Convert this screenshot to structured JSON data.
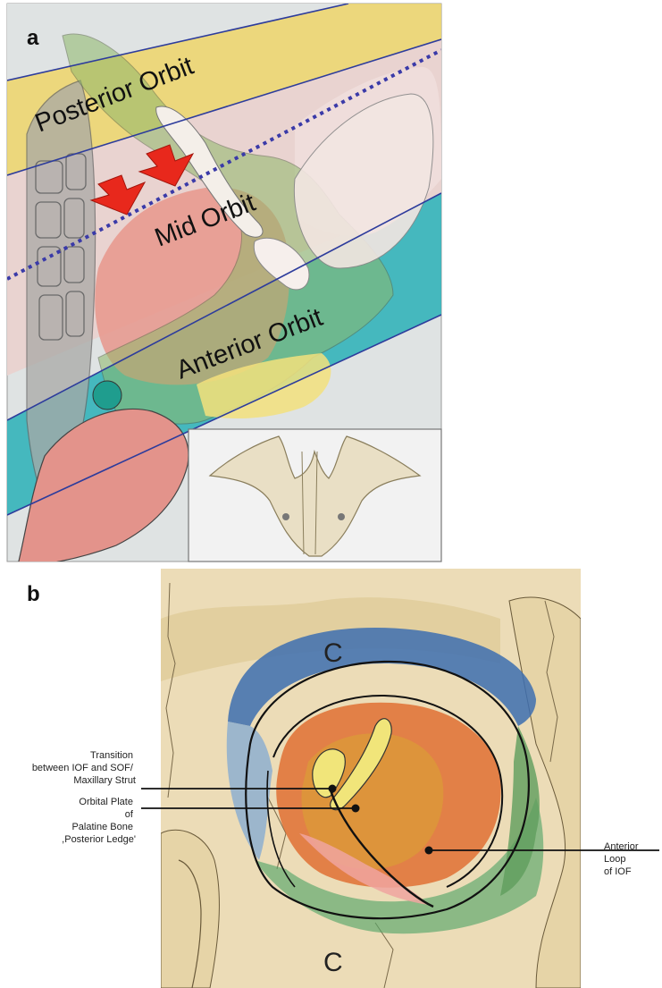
{
  "panel_a": {
    "letter": "a",
    "zones": {
      "posterior": "Posterior Orbit",
      "mid": "Mid Orbit",
      "anterior": "Anterior Orbit"
    }
  },
  "panel_b": {
    "letter": "b",
    "callouts": {
      "transition": [
        "Transition",
        "between IOF and SOF/",
        "Maxillary Strut"
      ],
      "orbital_plate": [
        "Orbital Plate",
        "of",
        "Palatine Bone",
        ",Posterior Ledge'"
      ],
      "anterior_loop": [
        "Anterior",
        "Loop",
        "of IOF"
      ]
    },
    "fossa_marks": [
      "C",
      "C"
    ]
  },
  "colors": {
    "posterior_band": "#efd56a",
    "mid_band": "#e9d2cf",
    "anterior_band": "#2fb3b8",
    "arrow": "#e8281c",
    "dotted_line": "#3a3aa8"
  }
}
